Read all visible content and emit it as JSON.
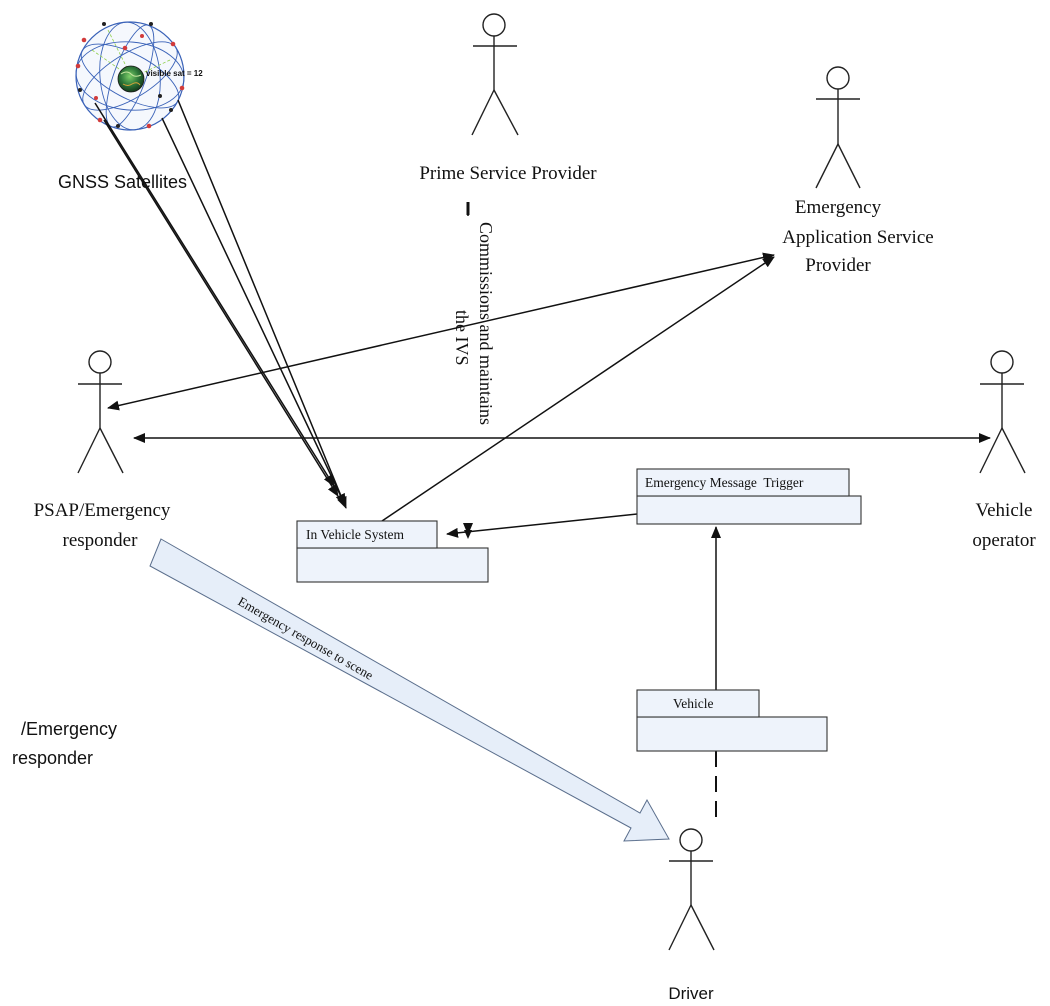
{
  "diagram": {
    "actors": {
      "prime_service_provider": "Prime Service Provider",
      "emergency_app_provider": [
        "Emergency",
        "Application Service",
        "Provider"
      ],
      "psap": [
        "PSAP/Emergency",
        "responder"
      ],
      "vehicle_operator": [
        "Vehicle",
        "operator"
      ],
      "driver": "Driver"
    },
    "satellites": {
      "label": "GNSS Satellites",
      "badge": "visible sat = 12",
      "icon": "gnss-constellation-globe"
    },
    "packages": {
      "in_vehicle_system": "In Vehicle System",
      "emergency_message_trigger": "Emergency Message  Trigger",
      "vehicle": "Vehicle"
    },
    "edge_labels": {
      "commissions": [
        "Commissions and maintains",
        "the IVS"
      ],
      "emergency_response": "Emergency response to scene"
    },
    "stray_text": [
      "/Emergency",
      "responder"
    ],
    "colors": {
      "package_fill": "#eef3fb",
      "arrow_fill": "#e6eef9",
      "line": "#111111",
      "orbit": "#3a62b8",
      "satellite": "#d23b3b"
    }
  }
}
